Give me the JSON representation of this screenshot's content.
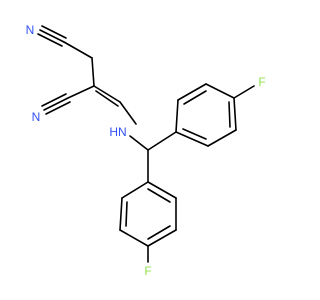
{
  "molecule": {
    "atoms": {
      "n_nitrile_top": "N",
      "n_nitrile_left": "N",
      "n_amine": "HN",
      "f_top_ring": "F",
      "f_bottom_ring": "F"
    },
    "colors": {
      "bond": "#000000",
      "nitrogen": "#3050f8",
      "fluorine": "#90e050",
      "background": "#ffffff"
    }
  }
}
